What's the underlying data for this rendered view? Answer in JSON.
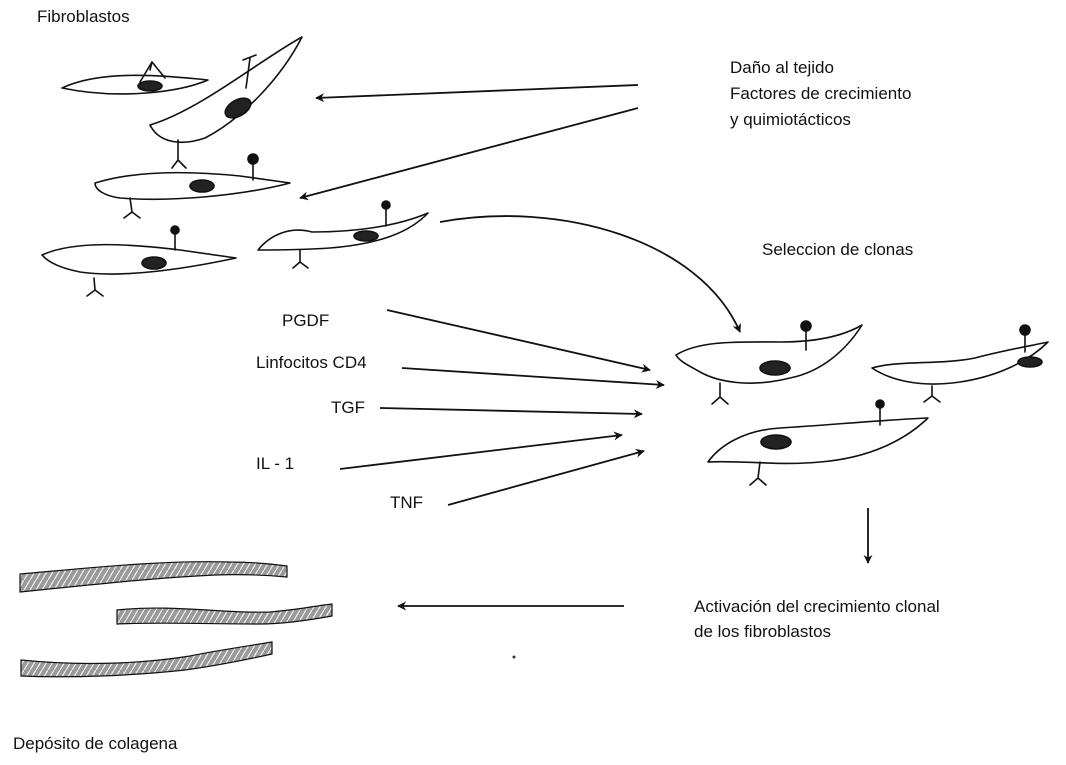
{
  "labels": {
    "fibroblastos": "Fibroblastos",
    "damage": {
      "line1": "Daño al tejido",
      "line2": "Factores de crecimiento",
      "line3": "y quimiotácticos"
    },
    "selection": "Seleccion de clonas",
    "factors": [
      "PGDF",
      "Linfocitos CD4",
      "TGF",
      "IL - 1",
      "TNF"
    ],
    "activation": {
      "line1": "Activación del crecimiento clonal",
      "line2": "de los fibroblastos"
    },
    "deposit": "Depósito de colagena"
  },
  "colors": {
    "ink": "#111111",
    "background": "#ffffff"
  }
}
